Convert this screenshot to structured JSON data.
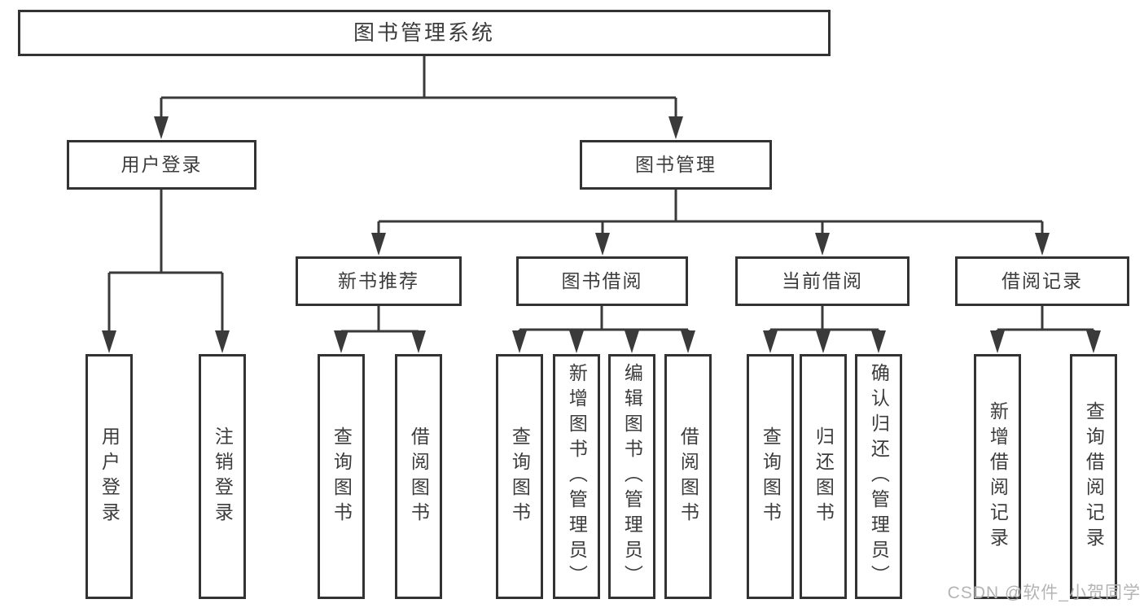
{
  "diagram": {
    "title": "图书管理系统",
    "root": {
      "label": "图书管理系统"
    },
    "level2": [
      {
        "label": "用户登录"
      },
      {
        "label": "图书管理"
      }
    ],
    "level3": [
      {
        "label": "新书推荐"
      },
      {
        "label": "图书借阅"
      },
      {
        "label": "当前借阅"
      },
      {
        "label": "借阅记录"
      }
    ],
    "leaves": {
      "user_login": [
        "用户登录",
        "注销登录"
      ],
      "new_book": [
        "查询图书",
        "借阅图书"
      ],
      "book_borrow": [
        "查询图书",
        "新增图书（管理员）",
        "编辑图书（管理员）",
        "借阅图书"
      ],
      "current_borrow": [
        "查询图书",
        "归还图书",
        "确认归还（管理员）"
      ],
      "borrow_records": [
        "新增借阅记录",
        "查询借阅记录"
      ]
    },
    "colors": {
      "line": "#3a3a3a",
      "border": "#333333",
      "text": "#3c3c3c",
      "background": "#ffffff",
      "watermark": "#b4b4b4"
    }
  },
  "watermark": {
    "text": "CSDN @软件_小贺同学"
  }
}
